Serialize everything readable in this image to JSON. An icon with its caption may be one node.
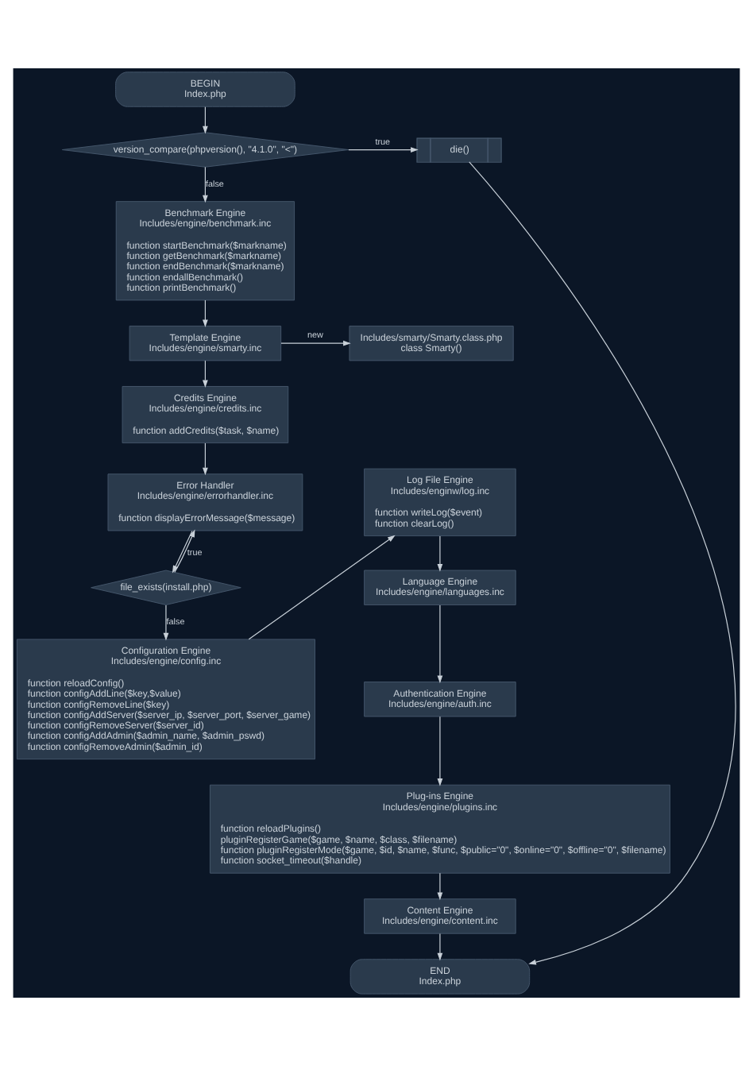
{
  "diagram": {
    "nodes": [
      {
        "text": [
          "BEGIN",
          "Index.php"
        ]
      },
      {
        "text": [
          "version_compare(phpversion(), \"4.1.0\", \"<\")"
        ]
      },
      {
        "text": [
          "die()"
        ]
      },
      {
        "text": [
          "Benchmark Engine",
          "Includes/engine/benchmark.inc",
          "function startBenchmark($markname)",
          "function getBenchmark($markname)",
          "function endBenchmark($markname)",
          "function endallBenchmark()",
          "function printBenchmark()"
        ]
      },
      {
        "text": [
          "Template Engine",
          "Includes/engine/smarty.inc"
        ]
      },
      {
        "text": [
          "Includes/smarty/Smarty.class.php",
          "class Smarty()"
        ]
      },
      {
        "text": [
          "Credits Engine",
          "Includes/engine/credits.inc",
          "function addCredits($task, $name)"
        ]
      },
      {
        "text": [
          "Error Handler",
          "Includes/engine/errorhandler.inc",
          "function displayErrorMessage($message)"
        ]
      },
      {
        "text": [
          "file_exists(install.php)"
        ]
      },
      {
        "text": [
          "Configuration Engine",
          "Includes/engine/config.inc",
          "function reloadConfig()",
          "function configAddLine($key,$value)",
          "function configRemoveLine($key)",
          "function configAddServer($server_ip, $server_port, $server_game)",
          "function configRemoveServer($server_id)",
          "function configAddAdmin($admin_name, $admin_pswd)",
          "function configRemoveAdmin($admin_id)"
        ]
      },
      {
        "text": [
          "Log File Engine",
          "Includes/enginw/log.inc",
          "function writeLog($event)",
          "function clearLog()"
        ]
      },
      {
        "text": [
          "Language Engine",
          "Includes/engine/languages.inc"
        ]
      },
      {
        "text": [
          "Authentication Engine",
          "Includes/engine/auth.inc"
        ]
      },
      {
        "text": [
          "Plug-ins Engine",
          "Includes/engine/plugins.inc",
          "function reloadPlugins()",
          "pluginRegisterGame($game, $name, $class, $filename)",
          "function pluginRegisterMode($game, $id, $name, $func, $public=\"0\", $online=\"0\", $offline=\"0\", $filename)",
          "function socket_timeout($handle)"
        ]
      },
      {
        "text": [
          "Content Engine",
          "Includes/engine/content.inc"
        ]
      },
      {
        "text": [
          "END",
          "Index.php"
        ]
      }
    ],
    "edges": [
      {
        "from": 0,
        "to": 1,
        "arrow": "to"
      },
      {
        "from": 1,
        "to": 2,
        "arrow": "to",
        "label": "true"
      },
      {
        "from": 1,
        "to": 3,
        "arrow": "to",
        "label": "false"
      },
      {
        "from": 2,
        "to": 15,
        "arrow": "to"
      },
      {
        "from": 3,
        "to": 4,
        "arrow": "to"
      },
      {
        "from": 4,
        "to": 5,
        "arrow": "to",
        "label": "new"
      },
      {
        "from": 4,
        "to": 6,
        "arrow": "to"
      },
      {
        "from": 6,
        "to": 7,
        "arrow": "to"
      },
      {
        "from": 7,
        "to": 8,
        "arrow": "to"
      },
      {
        "from": 8,
        "to": 7,
        "arrow": "to",
        "label": "true"
      },
      {
        "from": 8,
        "to": 9,
        "arrow": "to",
        "label": "false"
      },
      {
        "from": 9,
        "to": 10,
        "arrow": "to"
      },
      {
        "from": 10,
        "to": 11,
        "arrow": "to"
      },
      {
        "from": 11,
        "to": 12,
        "arrow": "to"
      },
      {
        "from": 12,
        "to": 13,
        "arrow": "to"
      },
      {
        "from": 13,
        "to": 14,
        "arrow": "to"
      },
      {
        "from": 14,
        "to": 15,
        "arrow": "to"
      }
    ]
  }
}
